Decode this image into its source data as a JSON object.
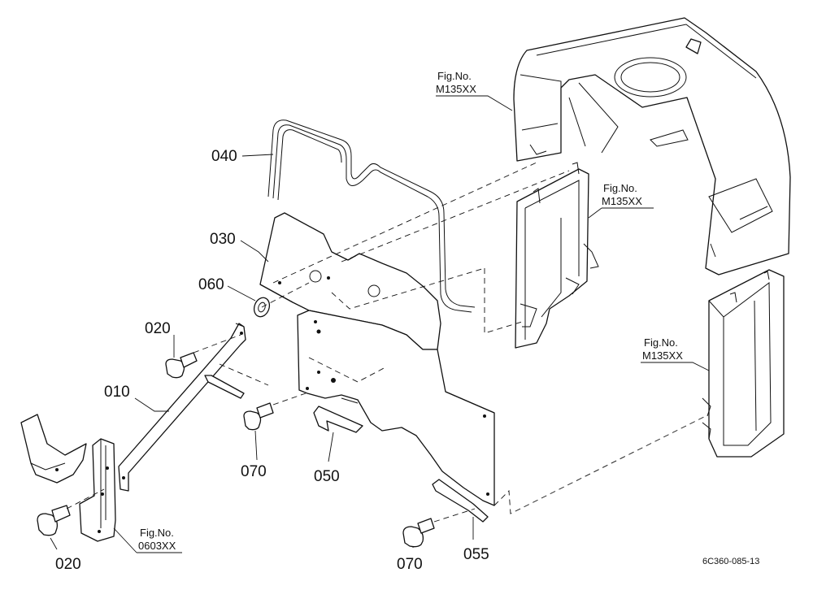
{
  "parts": [
    {
      "key": "p010",
      "number": "010"
    },
    {
      "key": "p020a",
      "number": "020"
    },
    {
      "key": "p020b",
      "number": "020"
    },
    {
      "key": "p030",
      "number": "030"
    },
    {
      "key": "p040",
      "number": "040"
    },
    {
      "key": "p050",
      "number": "050"
    },
    {
      "key": "p055",
      "number": "055"
    },
    {
      "key": "p060",
      "number": "060"
    },
    {
      "key": "p070a",
      "number": "070"
    },
    {
      "key": "p070b",
      "number": "070"
    }
  ],
  "figure_refs": [
    {
      "label": "Fig.No.",
      "code": "M135XX"
    },
    {
      "label": "Fig.No.",
      "code": "M135XX"
    },
    {
      "label": "Fig.No.",
      "code": "M135XX"
    },
    {
      "label": "Fig.No.",
      "code": "0603XX"
    }
  ],
  "drawing_code": "6C360-085-13"
}
